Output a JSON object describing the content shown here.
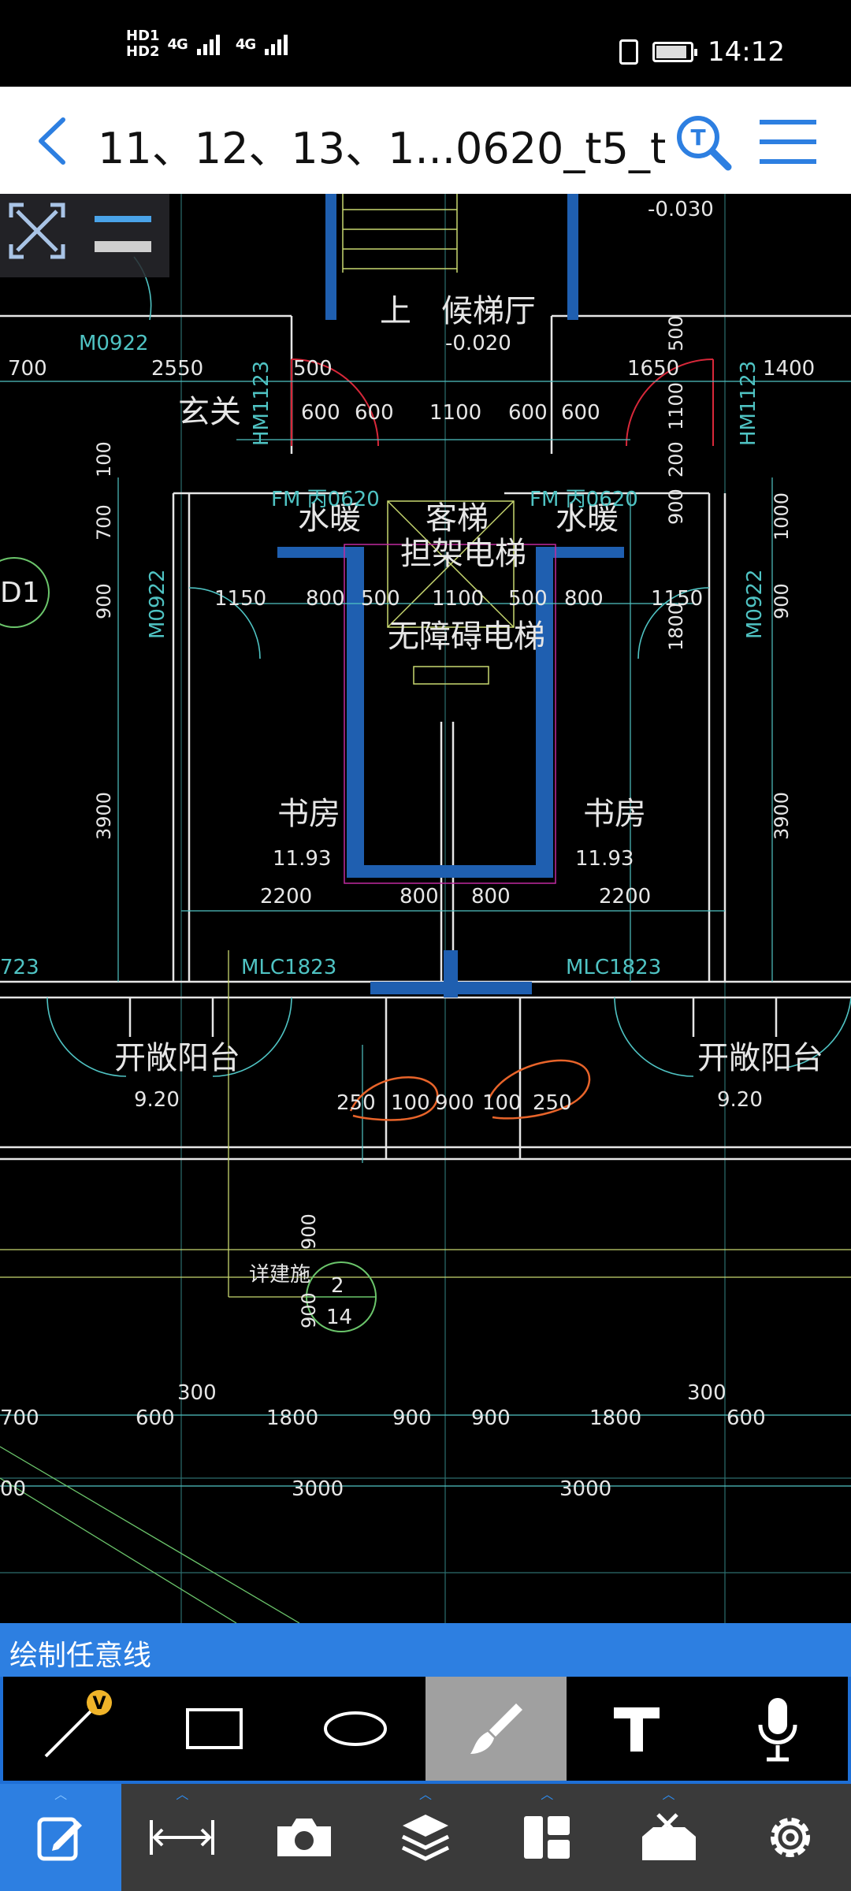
{
  "status_bar": {
    "sim1": "HD1",
    "sim2": "HD2",
    "net1": "4G",
    "net2": "4G",
    "time": "14:12"
  },
  "header": {
    "title": "11、12、13、1...0620_t5_t3",
    "icons": [
      "back-arrow-icon",
      "text-search-icon",
      "menu-icon"
    ]
  },
  "drawing": {
    "top_rooms": {
      "stairs_up": "上",
      "lobby": "候梯厅",
      "lobby_elev": "-0.020",
      "top_elev": "-0.030",
      "foyer": "玄关"
    },
    "doors": [
      "M0922",
      "HM1123",
      "HM1123",
      "M0922",
      "M0922",
      "FM 丙0620",
      "FM 丙0620",
      "MLC1823",
      "MLC1823",
      "723"
    ],
    "dims_top": [
      "700",
      "2550",
      "500",
      "600",
      "600",
      "1100",
      "600",
      "600",
      "1650",
      "1400",
      "500"
    ],
    "dims_mid": [
      "1150",
      "800",
      "500",
      "1100",
      "500",
      "800",
      "1150"
    ],
    "dims_vertical_left": [
      "100",
      "700",
      "900",
      "3900"
    ],
    "dims_vertical_right": [
      "900",
      "1000",
      "900",
      "3900",
      "1800",
      "200",
      "1100"
    ],
    "elevator": {
      "line1": "客梯",
      "line2": "担架电梯",
      "line3": "无障碍电梯"
    },
    "shafts": [
      "水暖",
      "水暖"
    ],
    "axis_bubble": "D1",
    "study_rooms": [
      {
        "name": "书房",
        "area": "11.93"
      },
      {
        "name": "书房",
        "area": "11.93"
      }
    ],
    "study_dims": [
      "2200",
      "800",
      "800",
      "2200"
    ],
    "balconies": [
      {
        "name": "开敞阳台",
        "area": "9.20"
      },
      {
        "name": "开敞阳台",
        "area": "9.20"
      }
    ],
    "balcony_dims": [
      "900",
      "900",
      "250",
      "100",
      "900",
      "100",
      "250"
    ],
    "detail_note": "详建施",
    "detail_num": "2",
    "detail_sheet": "14",
    "bottom_dims_row1": [
      "300",
      "300"
    ],
    "bottom_dims_row2": [
      "700",
      "600",
      "1800",
      "900",
      "900",
      "1800",
      "600"
    ],
    "bottom_dims_row3": [
      "00",
      "3000",
      "3000"
    ]
  },
  "draw_panel": {
    "label": "绘制任意线",
    "tools": [
      "line-tool-icon",
      "rectangle-tool-icon",
      "ellipse-tool-icon",
      "brush-tool-icon",
      "text-tool-icon",
      "microphone-icon"
    ],
    "vip_badge": "V"
  },
  "bottom_nav": {
    "items": [
      "annotate-icon",
      "measure-icon",
      "camera-icon",
      "layers-icon",
      "layout-icon",
      "toolbox-icon",
      "settings-icon"
    ]
  },
  "colors": {
    "accent": "#2d7fe1",
    "cad_cyan": "#4fc3c3",
    "cad_white": "#e6e6e6",
    "cad_blue": "#1f5fb0",
    "cad_red": "#d8283a",
    "markup_orange": "#e8642a"
  }
}
